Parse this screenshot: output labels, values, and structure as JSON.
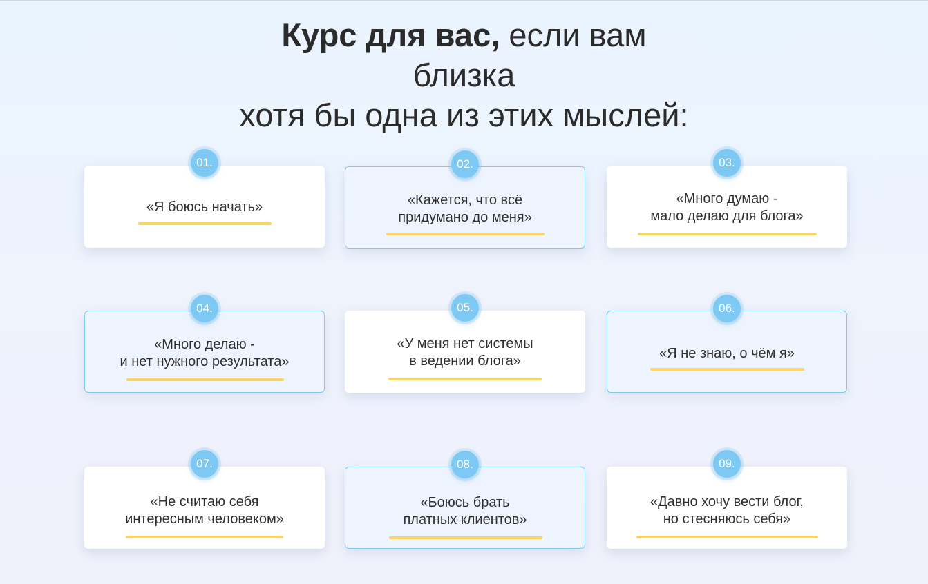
{
  "heading": {
    "bold_part": "Курс для вас,",
    "rest_line1": " если вам",
    "line2": "близка",
    "line3": "хотя бы одна из этих мыслей:"
  },
  "cards": [
    {
      "number": "01.",
      "text": "«Я боюсь начать»"
    },
    {
      "number": "02.",
      "text": "«Кажется, что всё\nпридумано до меня»"
    },
    {
      "number": "03.",
      "text": "«Много думаю -\nмало делаю для блога»"
    },
    {
      "number": "04.",
      "text": "«Много делаю -\nи нет нужного результата»"
    },
    {
      "number": "05.",
      "text": "«У меня нет системы\nв ведении блога»"
    },
    {
      "number": "06.",
      "text": "«Я не знаю, о чём я»"
    },
    {
      "number": "07.",
      "text": "«Не считаю себя\nинтересным человеком»"
    },
    {
      "number": "08.",
      "text": "«Боюсь брать\nплатных клиентов»"
    },
    {
      "number": "09.",
      "text": "«Давно хочу вести блог,\nно стесняюсь себя»"
    }
  ],
  "colors": {
    "badge": "#7ec9f3",
    "underline": "#fcd463",
    "outline": "#7ccbe8"
  }
}
